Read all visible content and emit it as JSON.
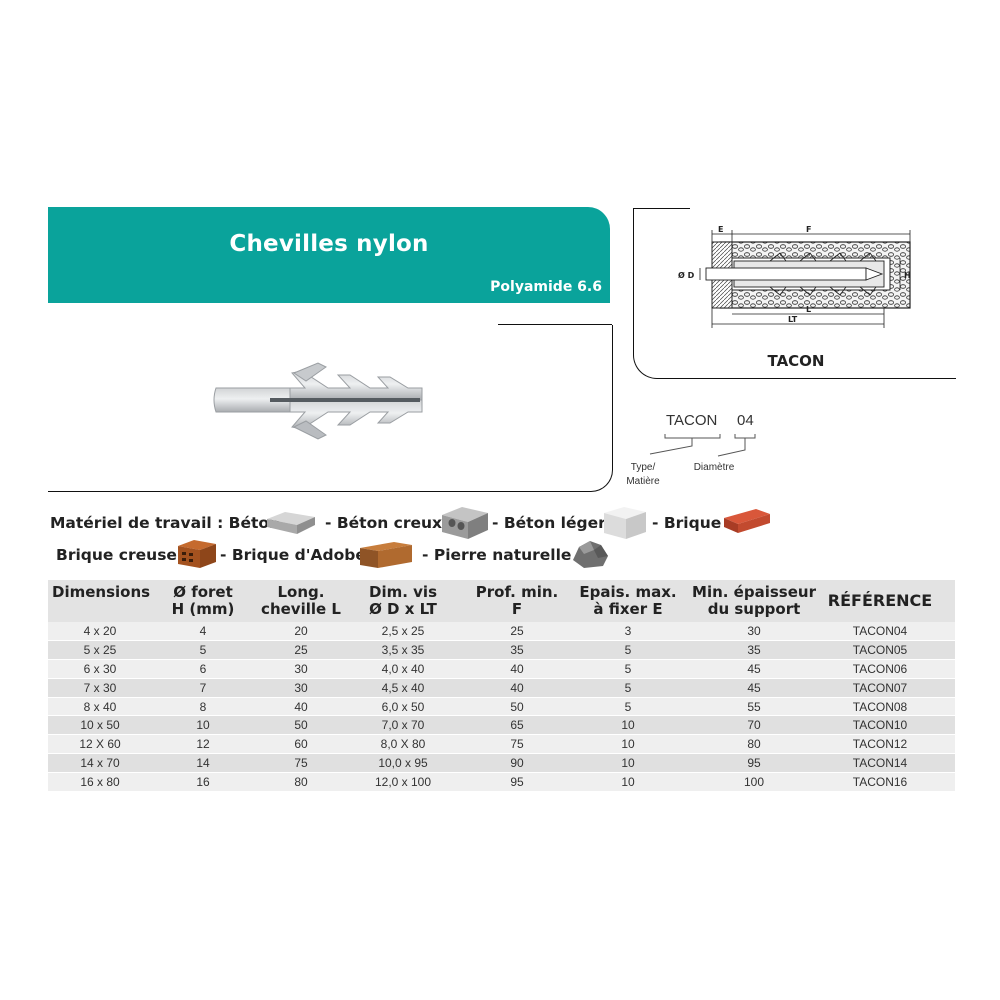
{
  "header": {
    "title": "Chevilles nylon",
    "subtitle": "Polyamide 6.6"
  },
  "drawing": {
    "label": "TACON",
    "dims": {
      "e": "E",
      "f": "F",
      "d": "Ø D",
      "h": "H",
      "l": "L",
      "lt": "LT"
    }
  },
  "code": {
    "type_code": "TACON",
    "diameter_code": "04",
    "type_caption_1": "Type/",
    "type_caption_2": "Matière",
    "diameter_caption": "Diamètre"
  },
  "materials": {
    "line1_prefix": "Matériel de travail : Béton",
    "items_line1": [
      "- Béton creux",
      "- Béton léger",
      "- Brique"
    ],
    "line2_first": "Brique creuse",
    "items_line2": [
      "- Brique d'Adobe",
      "- Pierre naturelle"
    ]
  },
  "table": {
    "headers": [
      [
        "Dimensions",
        ""
      ],
      [
        "Ø foret",
        "H (mm)"
      ],
      [
        "Long.",
        "cheville L"
      ],
      [
        "Dim. vis",
        "Ø D x LT"
      ],
      [
        "Prof. min.",
        "F"
      ],
      [
        "Epais. max.",
        "à fixer E"
      ],
      [
        "Min. épaisseur",
        "du support"
      ],
      [
        "RÉFÉRENCE",
        ""
      ]
    ],
    "rows": [
      [
        "4 x 20",
        "4",
        "20",
        "2,5 x 25",
        "25",
        "3",
        "30",
        "TACON04"
      ],
      [
        "5 x 25",
        "5",
        "25",
        "3,5 x 35",
        "35",
        "5",
        "35",
        "TACON05"
      ],
      [
        "6 x 30",
        "6",
        "30",
        "4,0 x 40",
        "40",
        "5",
        "45",
        "TACON06"
      ],
      [
        "7 x 30",
        "7",
        "30",
        "4,5 x 40",
        "40",
        "5",
        "45",
        "TACON07"
      ],
      [
        "8 x 40",
        "8",
        "40",
        "6,0 x 50",
        "50",
        "5",
        "55",
        "TACON08"
      ],
      [
        "10 x 50",
        "10",
        "50",
        "7,0 x 70",
        "65",
        "10",
        "70",
        "TACON10"
      ],
      [
        "12 X 60",
        "12",
        "60",
        "8,0 X 80",
        "75",
        "10",
        "80",
        "TACON12"
      ],
      [
        "14 x 70",
        "14",
        "75",
        "10,0 x 95",
        "90",
        "10",
        "95",
        "TACON14"
      ],
      [
        "16 x 80",
        "16",
        "80",
        "12,0 x 100",
        "95",
        "10",
        "100",
        "TACON16"
      ]
    ]
  }
}
